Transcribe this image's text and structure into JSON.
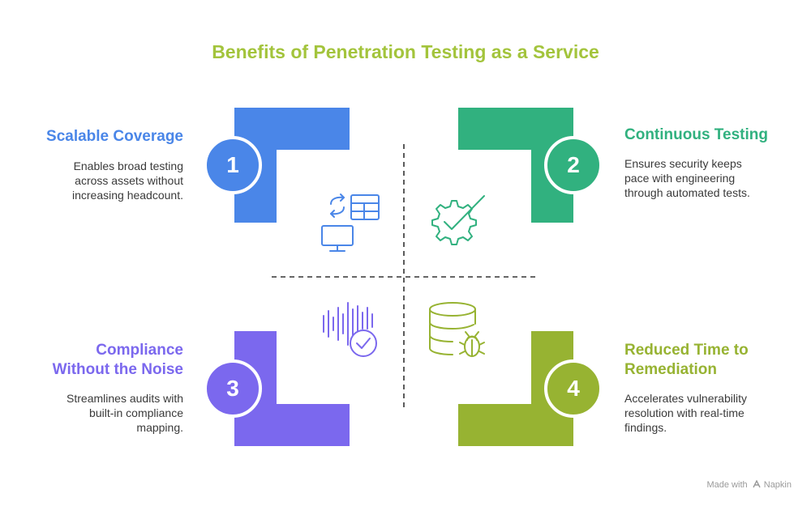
{
  "title": "Benefits of Penetration Testing as a Service",
  "quadrants": [
    {
      "number": "1",
      "heading": "Scalable Coverage",
      "description": "Enables broad testing across assets without increasing headcount.",
      "color": "#4a86e8",
      "icon": "data-sync-monitor-icon"
    },
    {
      "number": "2",
      "heading": "Continuous Testing",
      "description": "Ensures security keeps pace with engineering through automated tests.",
      "color": "#31b17f",
      "icon": "gear-check-icon"
    },
    {
      "number": "3",
      "heading": "Compliance Without the Noise",
      "heading_lines": [
        "Compliance",
        "Without the Noise"
      ],
      "description": "Streamlines audits with built-in compliance mapping.",
      "color": "#7b68ee",
      "icon": "audio-check-icon"
    },
    {
      "number": "4",
      "heading": "Reduced Time to Remediation",
      "heading_lines": [
        "Reduced Time to",
        "Remediation"
      ],
      "description": "Accelerates vulnerability resolution with real-time findings.",
      "color": "#97b332",
      "icon": "database-bug-icon"
    }
  ],
  "footer": {
    "made_with": "Made with",
    "brand": "Napkin"
  }
}
